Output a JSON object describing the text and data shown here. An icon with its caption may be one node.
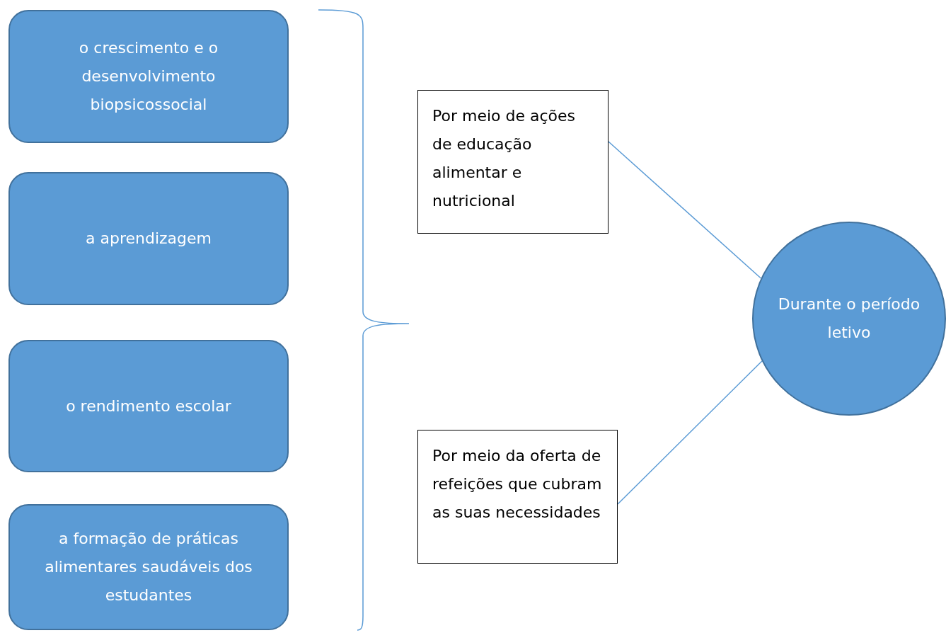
{
  "diagram": {
    "nodes": [
      {
        "text": [
          "o crescimento e o desenvolvimento biopsicossocial"
        ]
      },
      {
        "text": [
          "a aprendizagem"
        ]
      },
      {
        "text": [
          "o rendimento escolar"
        ]
      },
      {
        "text": [
          "a formação de práticas alimentares saudáveis dos estudantes"
        ]
      },
      {
        "text": [
          "Por meio de ações de educação alimentar e nutricional"
        ]
      },
      {
        "text": [
          "Por meio da oferta de refeições que cubram as suas necessidades"
        ]
      },
      {
        "text": [
          "Durante o período letivo"
        ]
      }
    ],
    "edges": [
      {
        "from": 4,
        "to": 6,
        "arrow": "none"
      },
      {
        "from": 5,
        "to": 6,
        "arrow": "none"
      }
    ]
  }
}
